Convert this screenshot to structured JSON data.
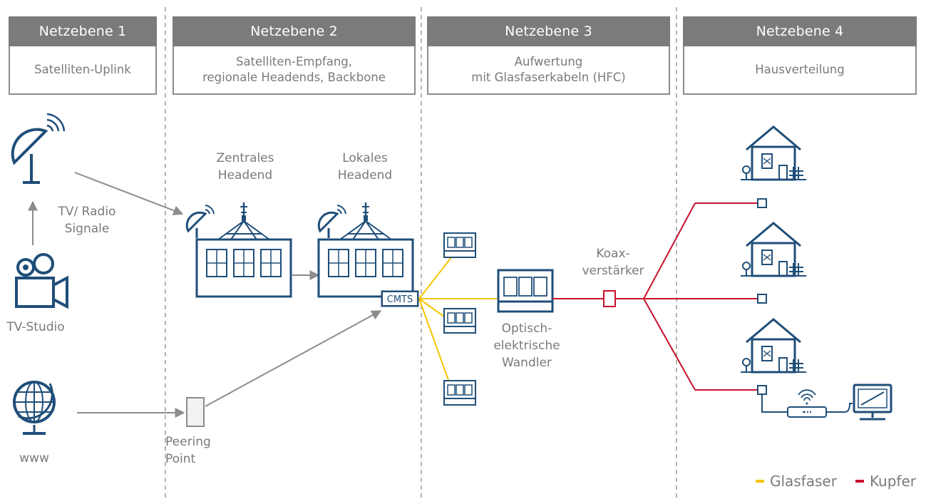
{
  "levels": [
    {
      "title": "Netzebene 1",
      "desc": [
        "Satelliten-Uplink"
      ]
    },
    {
      "title": "Netzebene 2",
      "desc": [
        "Satelliten-Empfang,",
        "regionale Headends, Backbone"
      ]
    },
    {
      "title": "Netzebene 3",
      "desc": [
        "Aufwertung",
        "mit Glasfaserkabeln (HFC)"
      ]
    },
    {
      "title": "Netzebene 4",
      "desc": [
        "Hausverteilung"
      ]
    }
  ],
  "labels": {
    "tv_radio": [
      "TV/ Radio",
      "Signale"
    ],
    "tv_studio": "TV-Studio",
    "www": "www",
    "zentrales": [
      "Zentrales",
      "Headend"
    ],
    "lokales": [
      "Lokales",
      "Headend"
    ],
    "cmts": "CMTS",
    "peering": [
      "Peering",
      "Point"
    ],
    "optisch": [
      "Optisch-",
      "elektrische",
      "Wandler"
    ],
    "koax": [
      "Koax-",
      "verstärker"
    ]
  },
  "legend": [
    {
      "label": "Glasfaser",
      "color": "#f5c400"
    },
    {
      "label": "Kupfer",
      "color": "#c8102e"
    }
  ],
  "colors": {
    "blue": "#1f4e79",
    "gray": "#7b7b7b",
    "fiber": "#f5c400",
    "copper": "#c8102e"
  }
}
